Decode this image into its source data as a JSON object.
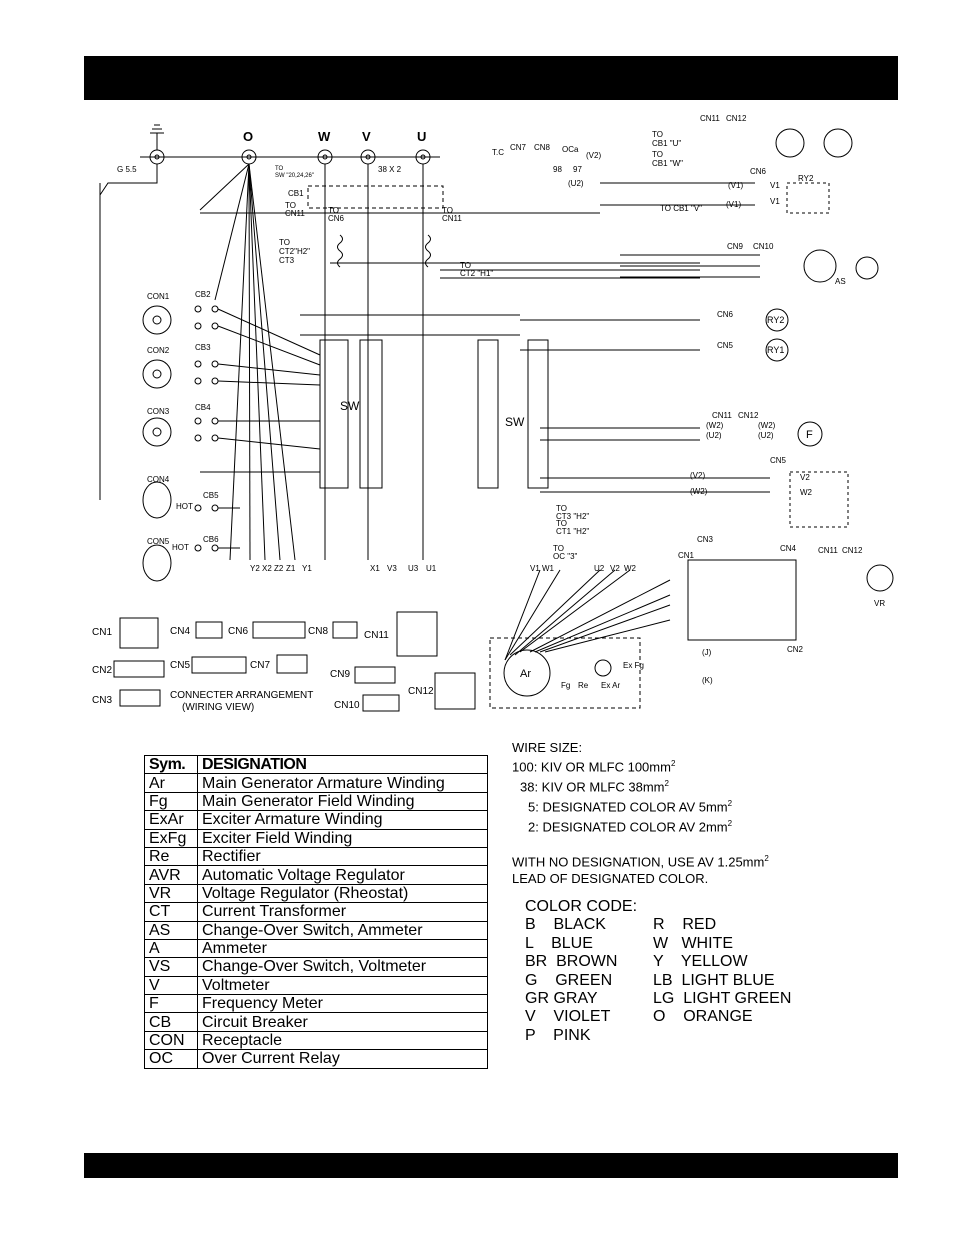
{
  "top_labels": {
    "o": "O",
    "w": "W",
    "v": "V",
    "u": "U"
  },
  "diagram_text": {
    "g55": "G 5.5",
    "to_sw": "TO",
    "to_sw2": "SW \"20,24,26\"",
    "x38": "38 X 2",
    "cb1": "CB1",
    "to_cn11a": "TO",
    "to_cn11a2": "CN11",
    "to_cn6": "TO",
    "to_cn6b": "CN6",
    "to_cn11b": "TO",
    "to_cn11b2": "CN11",
    "tc": "T.C",
    "cn7": "CN7",
    "cn8": "CN8",
    "oca": "OCa",
    "v2": "(V2)",
    "u2": "(U2)",
    "n98": "98",
    "n97": "97",
    "to_ct2": "TO",
    "to_ct2b": "CT2\"H2\"",
    "ct3": "CT3",
    "to_ct2h1": "TO",
    "to_ct2h1b": "CT2 \"H1\"",
    "con1": "CON1",
    "con2": "CON2",
    "con3": "CON3",
    "con4": "CON4",
    "con5": "CON5",
    "cb2": "CB2",
    "cb3": "CB3",
    "cb4": "CB4",
    "cb5": "CB5",
    "cb6": "CB6",
    "hot1": "HOT",
    "hot2": "HOT",
    "sw1": "SW",
    "sw2": "SW",
    "cn11": "CN11",
    "cn12": "CN12",
    "to_cb1u": "TO",
    "to_cb1u2": "CB1 \"U\"",
    "to_cb1w": "TO",
    "to_cb1w2": "CB1 \"W\"",
    "cn6": "CN6",
    "ry2": "RY2",
    "v1a": "(V1)",
    "v1b": "(V1)",
    "v1c": "V1",
    "v1d": "V1",
    "to_cb1v": "TO CB1 \"V\"",
    "cn9": "CN9",
    "cn10": "CN10",
    "as": "AS",
    "cn6b": "CN6",
    "cn5b": "CN5",
    "ry2b": "RY2",
    "ry1": "RY1",
    "cn11b": "CN11",
    "cn12b": "CN12",
    "w2a": "(W2)",
    "u2a": "(U2)",
    "w2b": "(W2)",
    "u2b": "(U2)",
    "f": "F",
    "cn5c": "CN5",
    "v2a": "(V2)",
    "w2c": "(W2)",
    "v2b": "V2",
    "w2d": "W2",
    "to_ct3": "TO",
    "to_ct3b": "CT3 \"H2\"",
    "to_ct1": "TO",
    "to_ct1b": "CT1 \"H2\"",
    "to_oc": "TO",
    "to_oc2": "OC \"3\"",
    "cn3": "CN3",
    "cn1": "CN1",
    "cn4": "CN4",
    "cn11c": "CN11",
    "cn12c": "CN12",
    "vr": "VR",
    "cn2": "CN2",
    "ar": "Ar",
    "fg": "Fg",
    "re": "Re",
    "exar": "Ex Ar",
    "exfg": "Ex Fg",
    "j": "(J)",
    "k": "(K)",
    "bottom_wires": [
      "Y2",
      "X2",
      "Z2",
      "Z1",
      "Y1",
      "X1",
      "V3",
      "U3",
      "U1",
      "V1",
      "W1",
      "U2",
      "V2",
      "W2"
    ],
    "conn_title": "CONNECTER ARRANGEMENT",
    "conn_sub": "(WIRING VIEW)",
    "cn1_lbl": "CN1",
    "cn2_lbl": "CN2",
    "cn3_lbl": "CN3",
    "cn4_lbl": "CN4",
    "cn5_lbl": "CN5",
    "cn6_lbl": "CN6",
    "cn7_lbl": "CN7",
    "cn8_lbl": "CN8",
    "cn9_lbl": "CN9",
    "cn10_lbl": "CN10",
    "cn11_lbl": "CN11",
    "cn12_lbl": "CN12"
  },
  "legend": {
    "header_sym": "Sym.",
    "header_designation": "DESIGNATION",
    "rows": [
      {
        "sym": "Ar",
        "designation": "Main Generator Armature Winding"
      },
      {
        "sym": "Fg",
        "designation": "Main Generator Field Winding"
      },
      {
        "sym": "ExAr",
        "designation": "Exciter Armature Winding"
      },
      {
        "sym": "ExFg",
        "designation": "Exciter Field Winding"
      },
      {
        "sym": "Re",
        "designation": "Rectifier"
      },
      {
        "sym": "AVR",
        "designation": "Automatic Voltage Regulator"
      },
      {
        "sym": "VR",
        "designation": "Voltage Regulator (Rheostat)"
      },
      {
        "sym": "CT",
        "designation": "Current Transformer"
      },
      {
        "sym": "AS",
        "designation": "Change-Over Switch, Ammeter"
      },
      {
        "sym": "A",
        "designation": "Ammeter"
      },
      {
        "sym": "VS",
        "designation": "Change-Over Switch, Voltmeter"
      },
      {
        "sym": "V",
        "designation": "Voltmeter"
      },
      {
        "sym": "F",
        "designation": "Frequency Meter"
      },
      {
        "sym": "CB",
        "designation": "Circuit Breaker"
      },
      {
        "sym": "CON",
        "designation": "Receptacle"
      },
      {
        "sym": "OC",
        "designation": "Over Current Relay"
      }
    ]
  },
  "wire_size": {
    "title": "WIRE SIZE:",
    "line1": "100: KIV OR MLFC 100mm",
    "line2": "38: KIV OR MLFC 38mm",
    "line3": "5: DESIGNATED COLOR AV 5mm",
    "line4": "2: DESIGNATED COLOR AV 2mm",
    "sup": "2",
    "note1": "WITH NO DESIGNATION, USE AV 1.25mm",
    "note2": "LEAD OF DESIGNATED COLOR."
  },
  "color_code": {
    "title": "COLOR CODE:",
    "left": [
      "B    BLACK",
      "L    BLUE",
      "BR  BROWN",
      "G    GREEN",
      "GR GRAY",
      "V    VIOLET",
      "P    PINK"
    ],
    "right": [
      "R    RED",
      "W   WHITE",
      "Y    YELLOW",
      "LB  LIGHT BLUE",
      "LG  LIGHT GREEN",
      "O    ORANGE"
    ]
  }
}
